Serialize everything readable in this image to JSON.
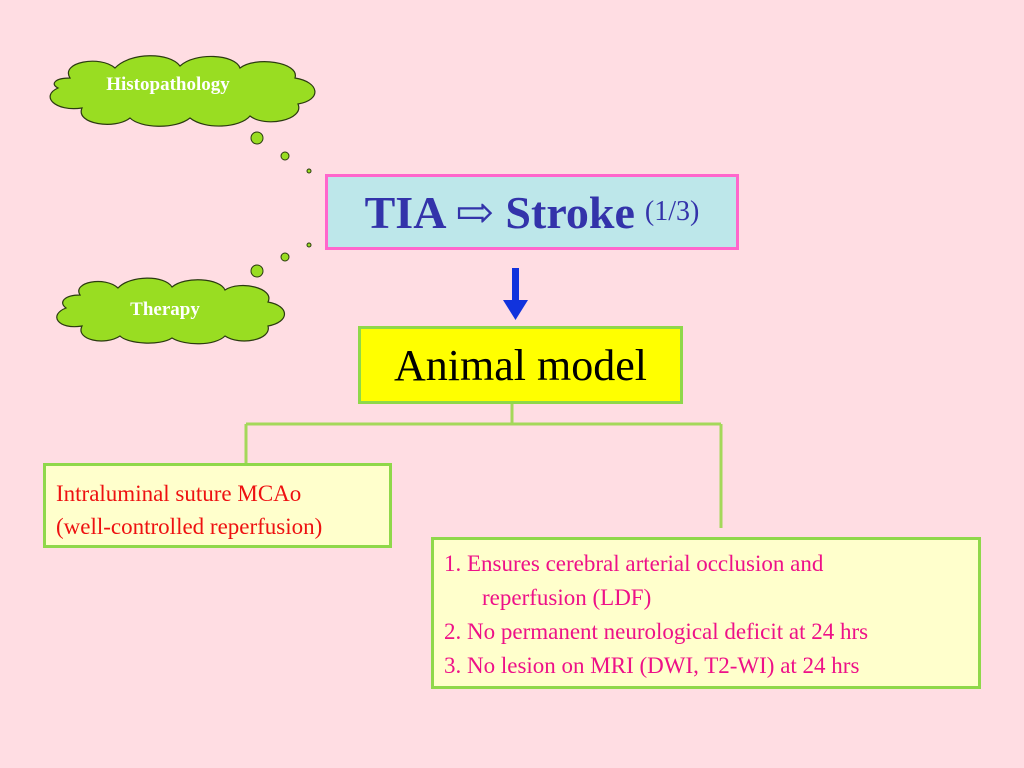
{
  "clouds": {
    "top": "Histopathology",
    "bottom": "Therapy"
  },
  "title": {
    "main": "TIA ⇨ Stroke",
    "sub": "(1/3)"
  },
  "model": {
    "label": "Animal model"
  },
  "left_box": {
    "line1": "Intraluminal suture MCAo",
    "line2": "(well-controlled reperfusion)"
  },
  "right_box": {
    "line1": "1. Ensures cerebral arterial occlusion and",
    "line1b": "reperfusion (LDF)",
    "line2": "2. No permanent neurological deficit at 24 hrs",
    "line3": "3. No lesion on MRI (DWI, T2-WI) at 24 hrs"
  },
  "colors": {
    "background": "#ffdde3",
    "cloud_fill": "#99dd22",
    "title_fill": "#bde7ea",
    "title_border": "#ff66cc",
    "title_text": "#3333aa",
    "model_fill": "#ffff00",
    "box_border": "#8fd84a",
    "box_fill": "#ffffcc",
    "left_text": "#ee1111",
    "right_text": "#ee1188",
    "arrow": "#1133dd"
  }
}
